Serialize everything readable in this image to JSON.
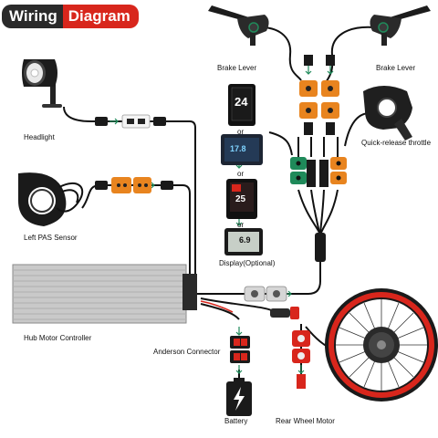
{
  "title": {
    "word1": "Wiring",
    "word2": "Diagram"
  },
  "labels": {
    "brake_left": "Brake Lever",
    "brake_right": "Brake Lever",
    "headlight": "Headlight",
    "throttle": "Quick-release throttle",
    "pas": "Left PAS Sensor",
    "or1": "or",
    "or2": "or",
    "or3": "or",
    "display": "Display(Optional)",
    "controller": "Hub Motor Controller",
    "anderson": "Anderson Connector",
    "battery": "Battery",
    "motor": "Rear Wheel Motor"
  },
  "display_readouts": {
    "d1": "24",
    "d2": "17.8",
    "d3": "25",
    "d4": "6.9"
  },
  "colors": {
    "accent_red": "#d8261c",
    "dark": "#2a2a2a",
    "connector_orange": "#e8841f",
    "connector_green": "#1f8a5a"
  },
  "icons": [
    "headlight-icon",
    "brake-lever-icon",
    "throttle-icon",
    "pas-sensor-icon",
    "controller-icon",
    "battery-icon",
    "motor-wheel-icon",
    "display-icon"
  ]
}
